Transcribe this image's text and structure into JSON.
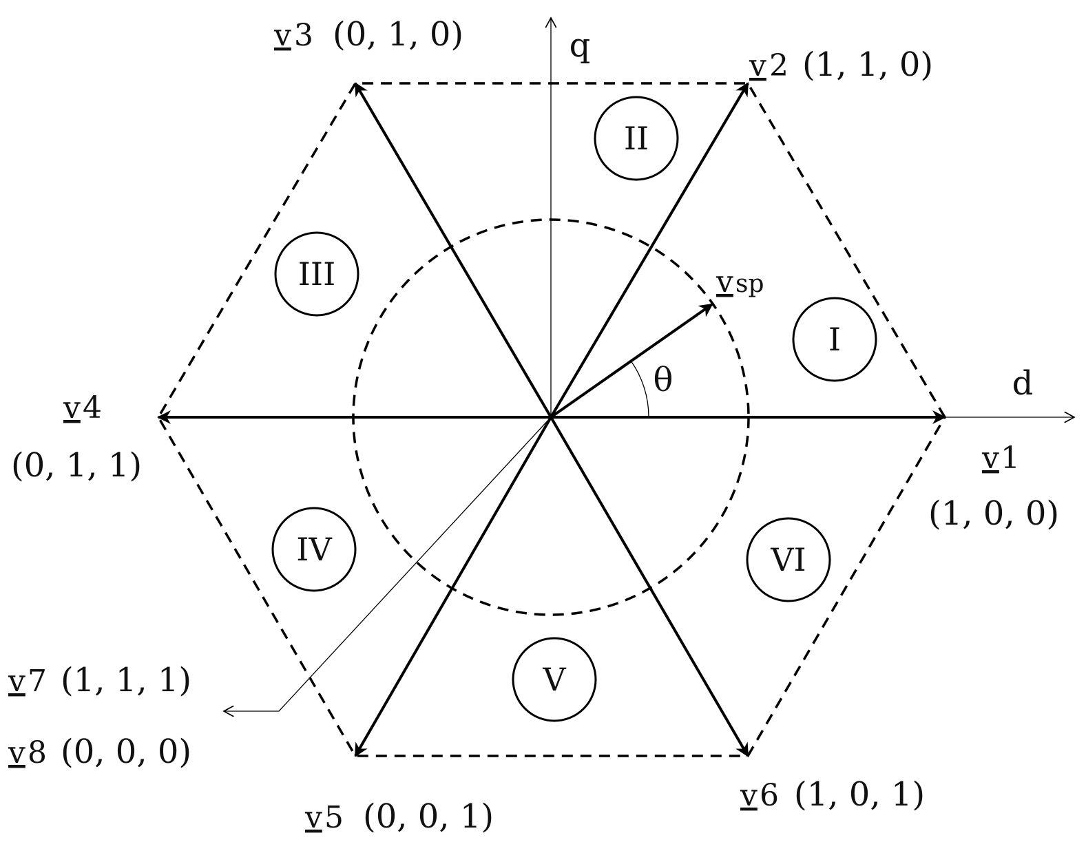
{
  "axes": {
    "d": "d",
    "q": "q"
  },
  "angle": "θ",
  "reference_vector": {
    "base": "v",
    "sub": "sp"
  },
  "vectors": {
    "v1": {
      "base": "v",
      "sub": "1",
      "state": "(1, 0, 0)"
    },
    "v2": {
      "base": "v",
      "sub": "2",
      "state": "(1, 1, 0)"
    },
    "v3": {
      "base": "v",
      "sub": "3",
      "state": "(0, 1, 0)"
    },
    "v4": {
      "base": "v",
      "sub": "4",
      "state": "(0, 1, 1)"
    },
    "v5": {
      "base": "v",
      "sub": "5",
      "state": "(0, 0, 1)"
    },
    "v6": {
      "base": "v",
      "sub": "6",
      "state": "(1, 0, 1)"
    },
    "v7": {
      "base": "v",
      "sub": "7",
      "state": "(1, 1, 1)"
    },
    "v8": {
      "base": "v",
      "sub": "8",
      "state": "(0, 0, 0)"
    }
  },
  "sectors": {
    "s1": "I",
    "s2": "II",
    "s3": "III",
    "s4": "IV",
    "s5": "V",
    "s6": "VI"
  }
}
